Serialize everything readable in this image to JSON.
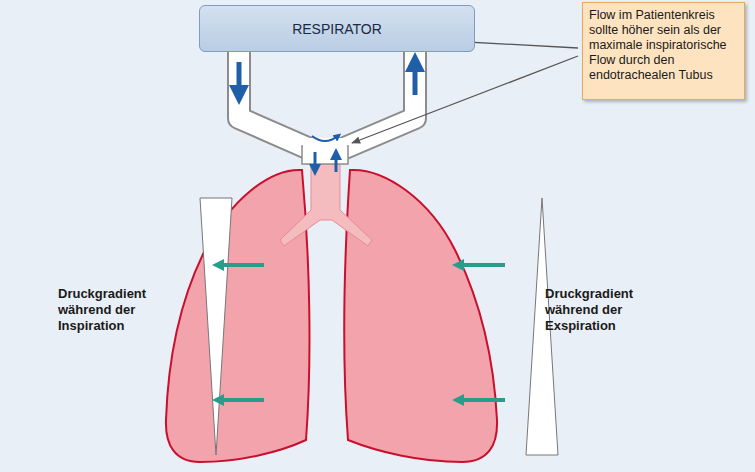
{
  "diagram": {
    "nodes": [
      {
        "text": [
          "RESPIRATOR"
        ]
      },
      {
        "text": [
          "Flow im Patientenkreis sollte höher sein als der maximale inspiratorische Flow durch den endotrachealen Tubus"
        ]
      }
    ],
    "labels": [
      "Druckgradient während der Inspiration",
      "Druckgradient während der Exspiration"
    ]
  }
}
